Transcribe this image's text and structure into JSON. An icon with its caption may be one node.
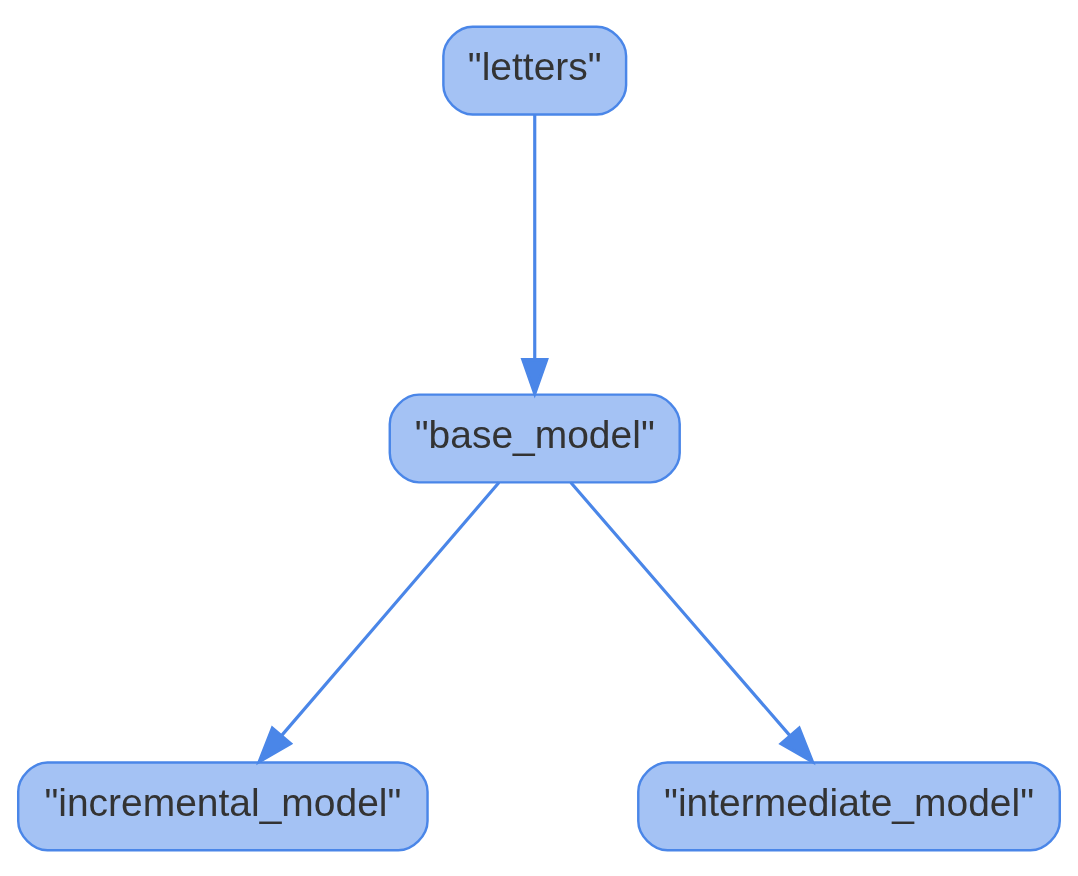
{
  "diagram": {
    "nodes": [
      {
        "text": [
          "\"letters\""
        ]
      },
      {
        "text": [
          "\"base_model\""
        ]
      },
      {
        "text": [
          "\"incremental_model\""
        ]
      },
      {
        "text": [
          "\"intermediate_model\""
        ]
      }
    ],
    "edges": [
      {
        "from": 0,
        "to": 1,
        "arrow": "to"
      },
      {
        "from": 1,
        "to": 2,
        "arrow": "to"
      },
      {
        "from": 1,
        "to": 3,
        "arrow": "to"
      }
    ]
  }
}
